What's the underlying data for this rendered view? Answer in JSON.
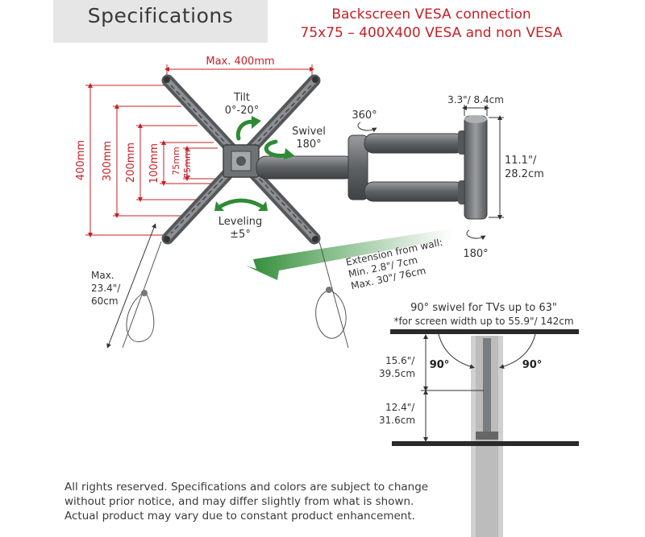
{
  "header": {
    "title": "Specifications",
    "vesa_line1": "Backscreen VESA connection",
    "vesa_line2": "75x75 – 400X400 VESA and non VESA"
  },
  "dimensions": {
    "max_width": "Max. 400mm",
    "h400": "400mm",
    "h300": "300mm",
    "h200": "200mm",
    "h100": "100mm",
    "h75a": "75mm",
    "h75b": "75mm"
  },
  "motion": {
    "tilt_title": "Tilt",
    "tilt_range": "0°-20°",
    "swivel_title": "Swivel",
    "swivel_range": "180°",
    "leveling_title": "Leveling",
    "leveling_range": "±5°",
    "rotate_360": "360°",
    "rotate_180": "180°"
  },
  "wall_plate": {
    "width": "3.3\"/ 8.4cm",
    "height_line1": "11.1\"/",
    "height_line2": "28.2cm"
  },
  "extension": {
    "line1": "Extension from wall:",
    "line2": "Min. 2.8\"/ 7cm",
    "line3": "Max. 30\"/ 76cm"
  },
  "cable": {
    "line1": "Max.",
    "line2": "23.4\"/",
    "line3": "60cm"
  },
  "swivel_detail": {
    "title": "90° swivel for TVs up to 63\"",
    "subtitle": "*for screen width up to 55.9\"/ 142cm",
    "angle_left": "90°",
    "angle_right": "90°",
    "dim1_line1": "15.6\"/",
    "dim1_line2": "39.5cm",
    "dim2_line1": "12.4\"/",
    "dim2_line2": "31.6cm"
  },
  "footer": {
    "line1": "All rights reserved. Specifications and colors are subject to change",
    "line2": "without prior notice, and may differ slightly from what is shown.",
    "line3": "Actual product may vary due to constant product enhancement."
  },
  "colors": {
    "dimension_red": "#c62026",
    "arrow_green": "#2e8b35",
    "metal": "#6f7275",
    "text_gray": "#3a3a3a"
  }
}
